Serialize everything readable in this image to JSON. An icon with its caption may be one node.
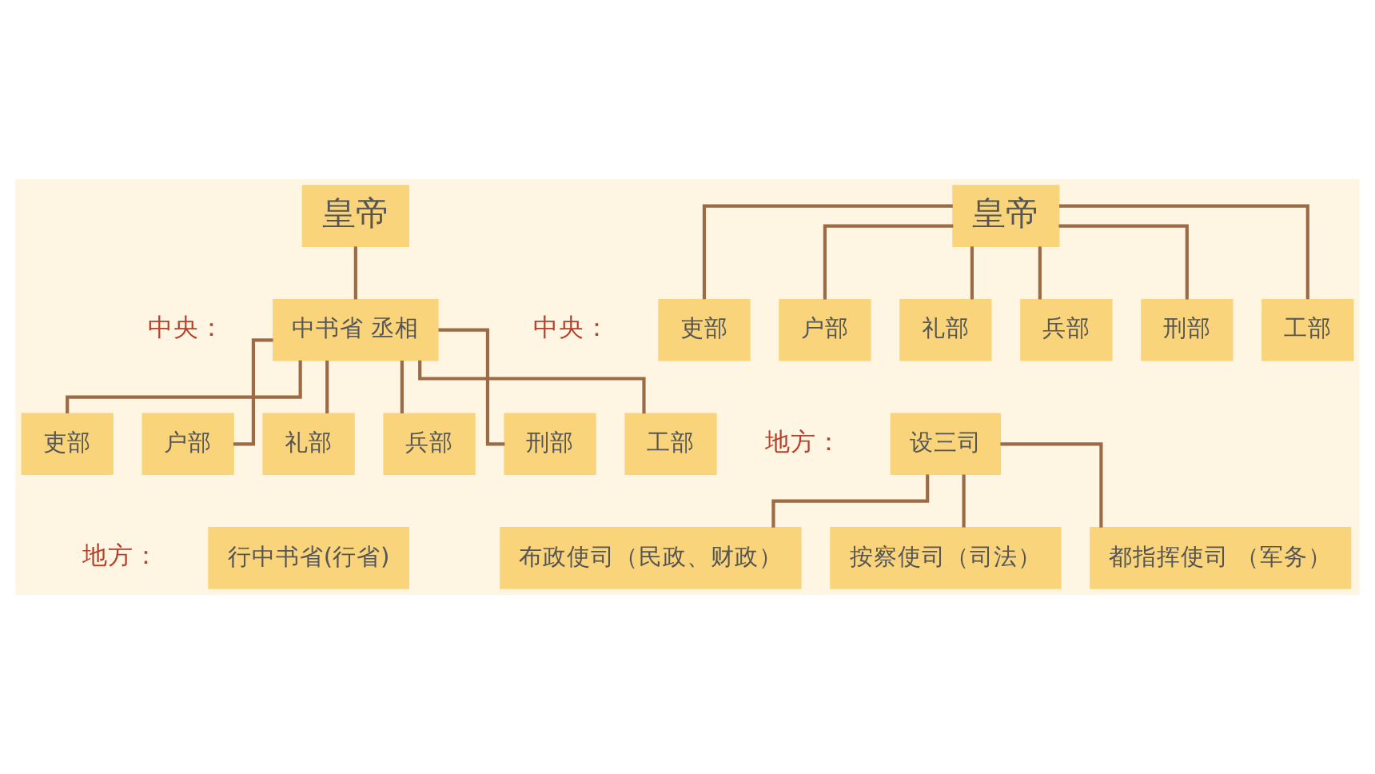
{
  "diagram": {
    "nodes": [
      {
        "text": [
          "皇帝"
        ]
      },
      {
        "text": [
          "中书省 丞相"
        ]
      },
      {
        "text": [
          "吏部"
        ]
      },
      {
        "text": [
          "户部"
        ]
      },
      {
        "text": [
          "礼部"
        ]
      },
      {
        "text": [
          "兵部"
        ]
      },
      {
        "text": [
          "刑部"
        ]
      },
      {
        "text": [
          "工部"
        ]
      },
      {
        "text": [
          "行中书省(行省)"
        ]
      },
      {
        "text": [
          "皇帝"
        ]
      },
      {
        "text": [
          "吏部"
        ]
      },
      {
        "text": [
          "户部"
        ]
      },
      {
        "text": [
          "礼部"
        ]
      },
      {
        "text": [
          "兵部"
        ]
      },
      {
        "text": [
          "刑部"
        ]
      },
      {
        "text": [
          "工部"
        ]
      },
      {
        "text": [
          "设三司"
        ]
      },
      {
        "text": [
          "布政使司（民政、财政）"
        ]
      },
      {
        "text": [
          "按察使司（司法）"
        ]
      },
      {
        "text": [
          "都指挥使司 （军务）"
        ]
      }
    ],
    "edges": [
      {
        "from": 0,
        "to": 1,
        "arrow": "none"
      },
      {
        "from": 1,
        "to": 2,
        "arrow": "none"
      },
      {
        "from": 1,
        "to": 3,
        "arrow": "none"
      },
      {
        "from": 1,
        "to": 4,
        "arrow": "none"
      },
      {
        "from": 1,
        "to": 5,
        "arrow": "none"
      },
      {
        "from": 1,
        "to": 6,
        "arrow": "none"
      },
      {
        "from": 1,
        "to": 7,
        "arrow": "none"
      },
      {
        "from": 9,
        "to": 10,
        "arrow": "none"
      },
      {
        "from": 9,
        "to": 11,
        "arrow": "none"
      },
      {
        "from": 9,
        "to": 12,
        "arrow": "none"
      },
      {
        "from": 9,
        "to": 13,
        "arrow": "none"
      },
      {
        "from": 9,
        "to": 14,
        "arrow": "none"
      },
      {
        "from": 9,
        "to": 15,
        "arrow": "none"
      },
      {
        "from": 16,
        "to": 17,
        "arrow": "none"
      },
      {
        "from": 16,
        "to": 18,
        "arrow": "none"
      },
      {
        "from": 16,
        "to": 19,
        "arrow": "none"
      }
    ],
    "labels": [
      "中央：",
      "地方：",
      "中央：",
      "地方："
    ]
  }
}
